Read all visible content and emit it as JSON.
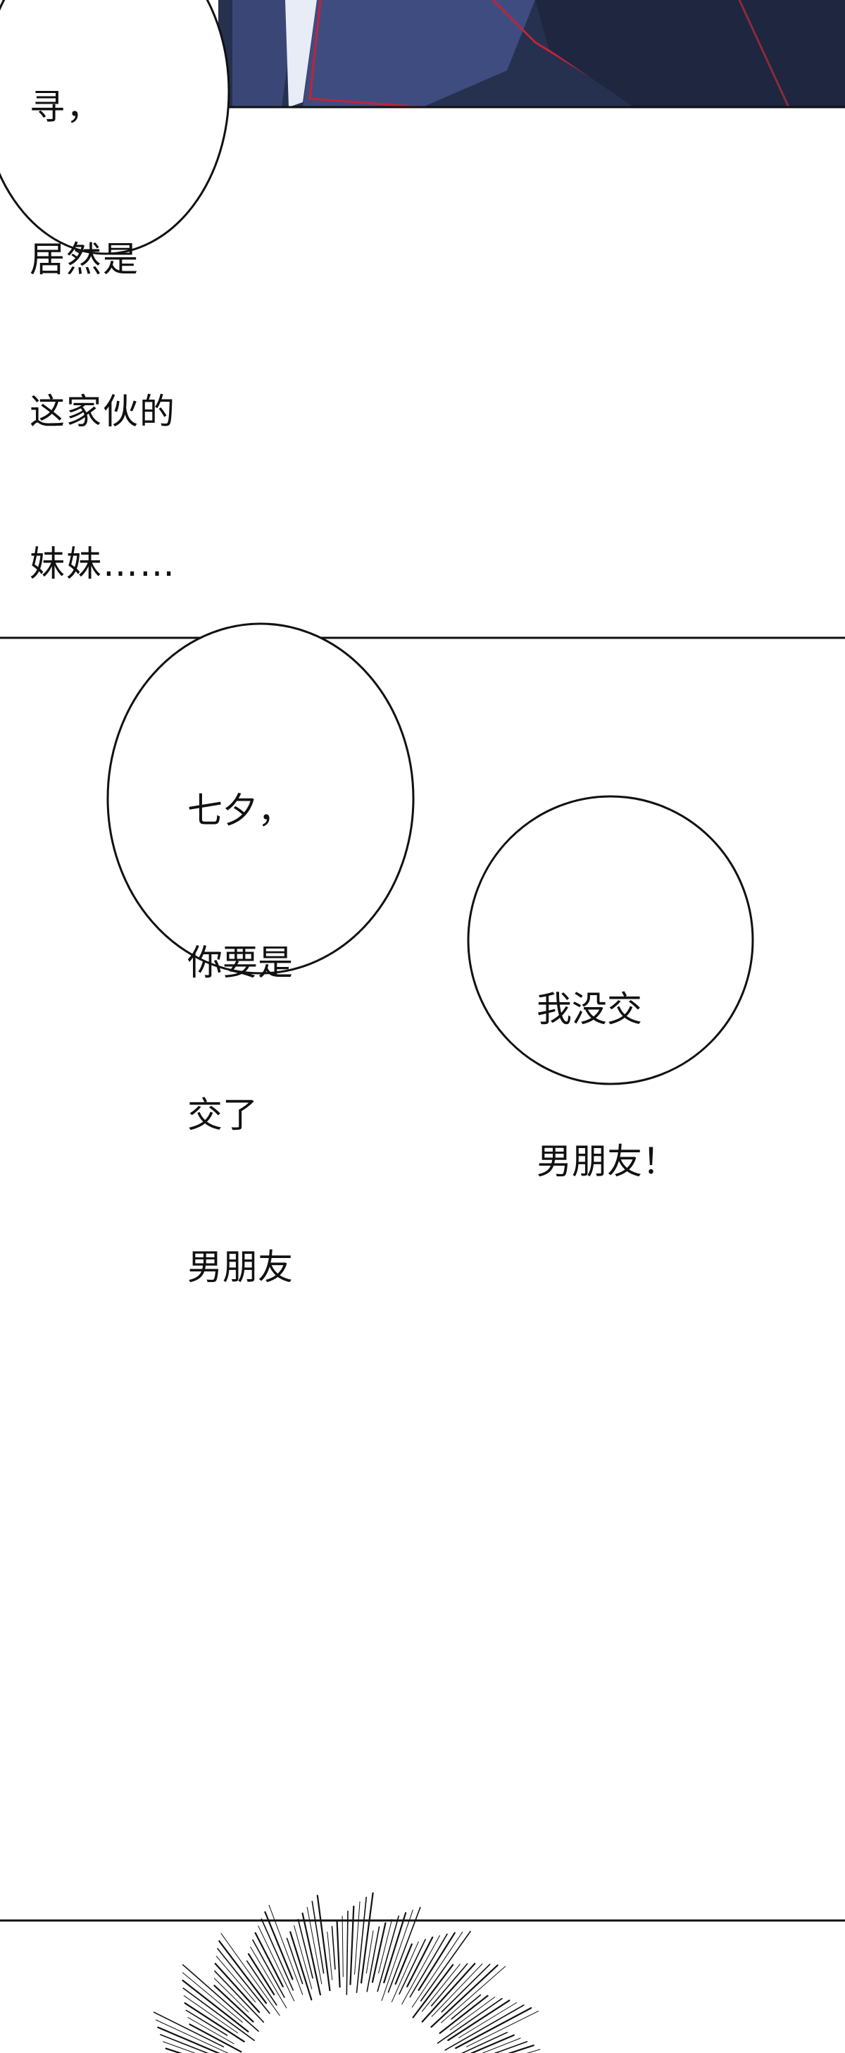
{
  "panels": [
    {
      "name": "panel-top",
      "bubble": {
        "lines": [
          "寻，",
          "居然是",
          "这家伙的",
          "妹妹……"
        ]
      }
    },
    {
      "name": "panel-middle",
      "bubble_left": {
        "lines": [
          "七夕，",
          "你要是",
          "交了",
          "男朋友"
        ]
      },
      "bubble_right": {
        "lines": [
          "我没交",
          "男朋友！"
        ]
      }
    },
    {
      "name": "panel-bottom"
    }
  ],
  "colors": {
    "line": "#111111",
    "suit_dark": "#2b3456",
    "suit_mid": "#3a4776",
    "suit_trim": "#c0243a",
    "background": "#ffffff"
  }
}
